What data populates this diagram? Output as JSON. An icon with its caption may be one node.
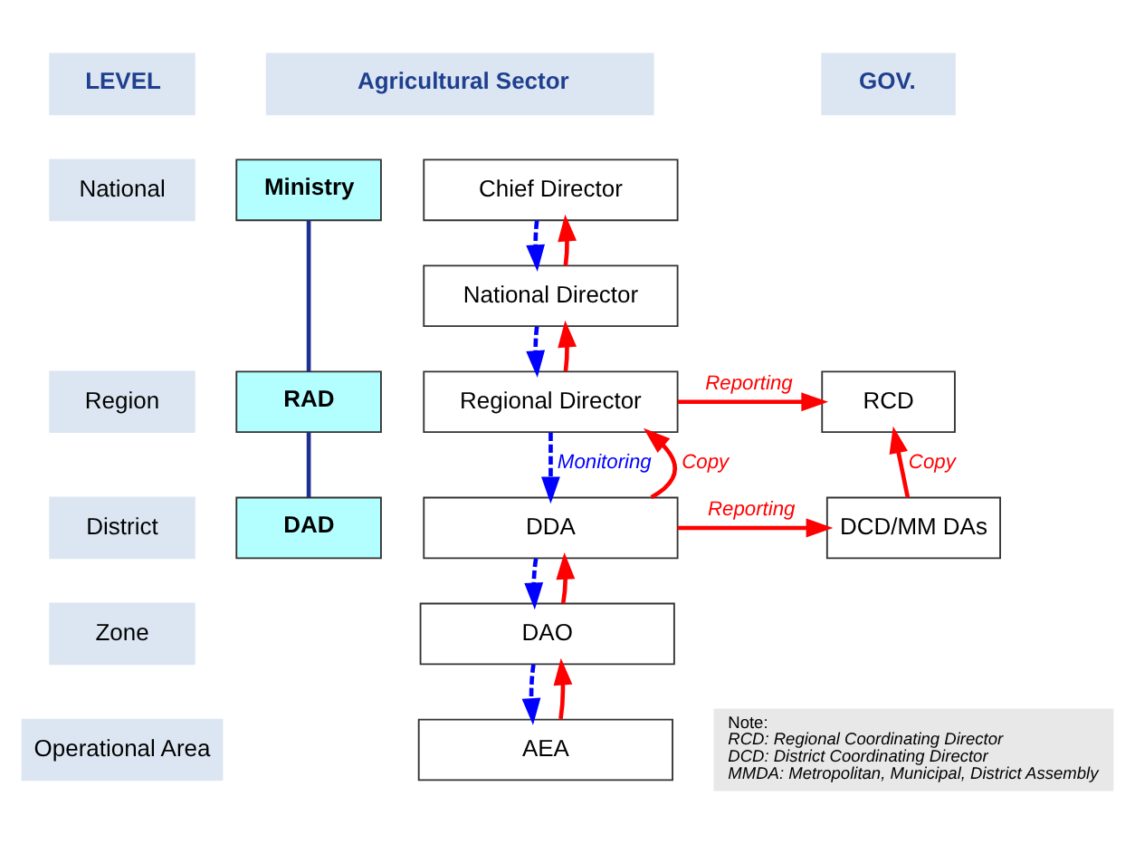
{
  "diagram": {
    "nodes": [
      {
        "text": [
          "LEVEL"
        ]
      },
      {
        "text": [
          "Agricultural Sector"
        ]
      },
      {
        "text": [
          "GOV."
        ]
      },
      {
        "text": [
          "National"
        ]
      },
      {
        "text": [
          "Region"
        ]
      },
      {
        "text": [
          "District"
        ]
      },
      {
        "text": [
          "Zone"
        ]
      },
      {
        "text": [
          "Operational Area"
        ]
      },
      {
        "text": [
          "Ministry"
        ]
      },
      {
        "text": [
          "RAD"
        ]
      },
      {
        "text": [
          "DAD"
        ]
      },
      {
        "text": [
          "Chief Director"
        ]
      },
      {
        "text": [
          "National Director"
        ]
      },
      {
        "text": [
          "Regional Director"
        ]
      },
      {
        "text": [
          "DDA"
        ]
      },
      {
        "text": [
          "DAO"
        ]
      },
      {
        "text": [
          "AEA"
        ]
      },
      {
        "text": [
          "RCD"
        ]
      },
      {
        "text": [
          "DCD/MM DAs"
        ]
      },
      {
        "text": [
          "Note:",
          "RCD: Regional Coordinating Director",
          "DCD: District Coordinating Director",
          "MMDA: Metropolitan, Municipal, District Assembly"
        ]
      }
    ],
    "edges": [
      {
        "from": 8,
        "to": 9,
        "arrow": "none",
        "color": "#1f2f8f"
      },
      {
        "from": 9,
        "to": 10,
        "arrow": "none",
        "color": "#1f2f8f"
      },
      {
        "from": 11,
        "to": 12,
        "arrow": "to",
        "style": "dashed",
        "color": "#0000ff"
      },
      {
        "from": 12,
        "to": 13,
        "arrow": "to",
        "style": "dashed",
        "color": "#0000ff"
      },
      {
        "from": 13,
        "to": 14,
        "arrow": "to",
        "style": "dashed",
        "color": "#0000ff",
        "label": "Monitoring"
      },
      {
        "from": 14,
        "to": 15,
        "arrow": "to",
        "style": "dashed",
        "color": "#0000ff"
      },
      {
        "from": 15,
        "to": 16,
        "arrow": "to",
        "style": "dashed",
        "color": "#0000ff"
      },
      {
        "from": 12,
        "to": 11,
        "arrow": "to"
      },
      {
        "from": 13,
        "to": 12,
        "arrow": "to"
      },
      {
        "from": 14,
        "to": 13,
        "arrow": "to",
        "label": "Copy"
      },
      {
        "from": 15,
        "to": 14,
        "arrow": "to"
      },
      {
        "from": 16,
        "to": 15,
        "arrow": "to"
      },
      {
        "from": 13,
        "to": 17,
        "arrow": "to",
        "label": "Reporting"
      },
      {
        "from": 14,
        "to": 18,
        "arrow": "to",
        "label": "Reporting"
      },
      {
        "from": 18,
        "to": 17,
        "arrow": "to",
        "label": "Copy"
      }
    ]
  }
}
